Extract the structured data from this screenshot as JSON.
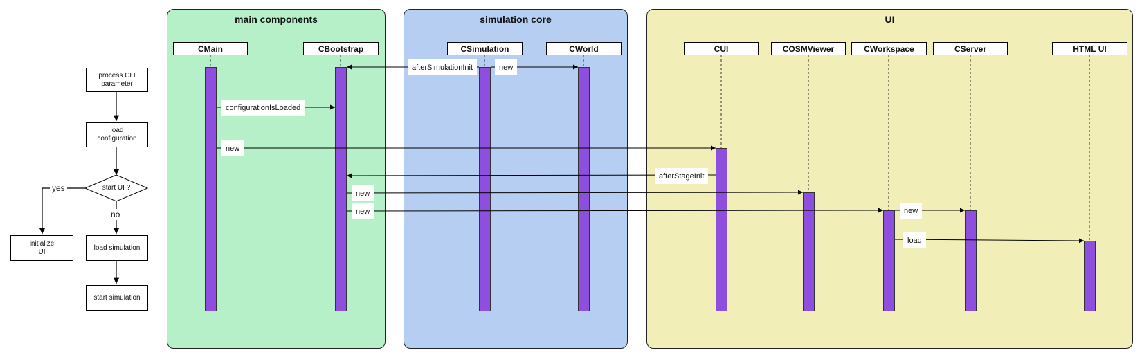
{
  "flowchart": {
    "nodes": {
      "process_cli": "process CLI\nparameter",
      "load_config": "load\nconfiguration",
      "start_ui": "start UI ?",
      "initialize_ui": "initialize\nUI",
      "load_simulation": "load simulation",
      "start_simulation": "start simulation"
    },
    "yes_label": "yes",
    "no_label": "no"
  },
  "panels": {
    "main": {
      "title": "main components",
      "color": "#b6f0c8"
    },
    "core": {
      "title": "simulation core",
      "color": "#b6cef2"
    },
    "ui": {
      "title": "UI",
      "color": "#f2eeb8"
    }
  },
  "lifelines": {
    "cmain": "CMain",
    "cbootstrap": "CBootstrap",
    "csimulation": "CSimulation",
    "cworld": "CWorld",
    "cui": "CUI",
    "cosmviewer": "COSMViewer",
    "cworkspace": "CWorkspace",
    "cserver": "CServer",
    "htmlui": "HTML UI"
  },
  "messages": {
    "after_simulation_init": "afterSimulationInit",
    "sim_new_world": "new",
    "configuration_is_loaded": "configurationIsLoaded",
    "main_new_cui": "new",
    "after_stage_init": "afterStageInit",
    "bootstrap_new_viewer": "new",
    "bootstrap_new_workspace": "new",
    "workspace_new_server": "new",
    "workspace_load_html": "load"
  },
  "colors": {
    "activation": "#8e4fde",
    "stroke": "#000000"
  }
}
